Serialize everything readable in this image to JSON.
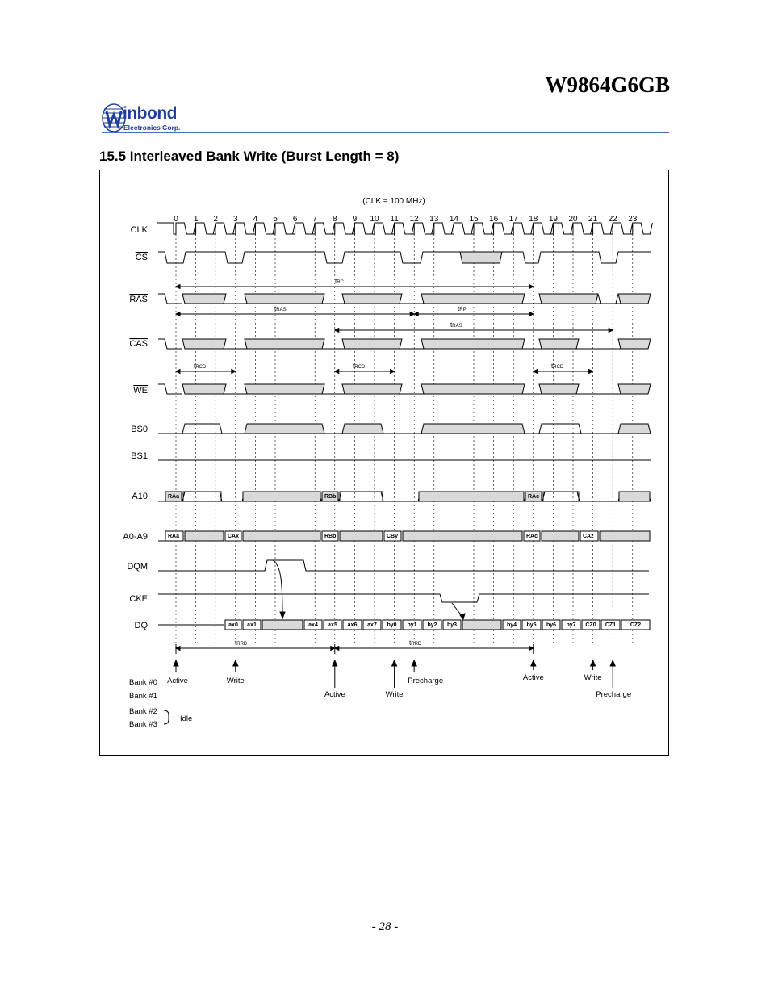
{
  "header": {
    "part_number": "W9864G6GB",
    "logo": {
      "brand": "inbond",
      "subtitle": "Electronics Corp.",
      "color": "#1f3f9a"
    }
  },
  "section": {
    "title": "15.5  Interleaved Bank Write (Burst Length = 8)"
  },
  "diagram": {
    "clock_note": "(CLK = 100 MHz)",
    "cycle_numbers": [
      "0",
      "1",
      "2",
      "3",
      "4",
      "5",
      "6",
      "7",
      "8",
      "9",
      "10",
      "11",
      "12",
      "13",
      "14",
      "15",
      "16",
      "17",
      "18",
      "19",
      "20",
      "21",
      "22",
      "23"
    ],
    "signals": {
      "clk": "CLK",
      "cs": "CS",
      "ras": "RAS",
      "cas": "CAS",
      "we": "WE",
      "bs0": "BS0",
      "bs1": "BS1",
      "a10": "A10",
      "a0a9": "A0-A9",
      "dqm": "DQM",
      "cke": "CKE",
      "dq": "DQ"
    },
    "timing": {
      "trc": "RC",
      "tras_a": "RAS",
      "trp": "RP",
      "tras_b": "RAS",
      "trcd_1": "RCD",
      "trcd_2": "RCD",
      "trcd_3": "RCD",
      "trrd_1": "RRD",
      "trrd_2": "RRD"
    },
    "a10_labels": [
      "RAa",
      "RBb",
      "RAc"
    ],
    "addr_labels": [
      "RAa",
      "CAx",
      "RBb",
      "CBy",
      "RAc",
      "CAz"
    ],
    "dq_labels": [
      "ax0",
      "ax1",
      "ax4",
      "ax5",
      "ax6",
      "ax7",
      "by0",
      "by1",
      "by2",
      "by3",
      "by4",
      "by5",
      "by6",
      "by7",
      "CZ0",
      "CZ1",
      "CZ2"
    ],
    "commands": {
      "active_1": "Active",
      "write_1": "Write",
      "active_2": "Active",
      "write_2": "Write",
      "precharge_1": "Precharge",
      "active_3": "Active",
      "write_3": "Write",
      "precharge_2": "Precharge"
    },
    "banks": {
      "bank0": "Bank #0",
      "bank1": "Bank #1",
      "bank2": "Bank #2",
      "bank3": "Bank #3",
      "idle": "Idle"
    },
    "fill_color": "#d9d9d9"
  },
  "footer": {
    "page_number": "- 28 -"
  }
}
